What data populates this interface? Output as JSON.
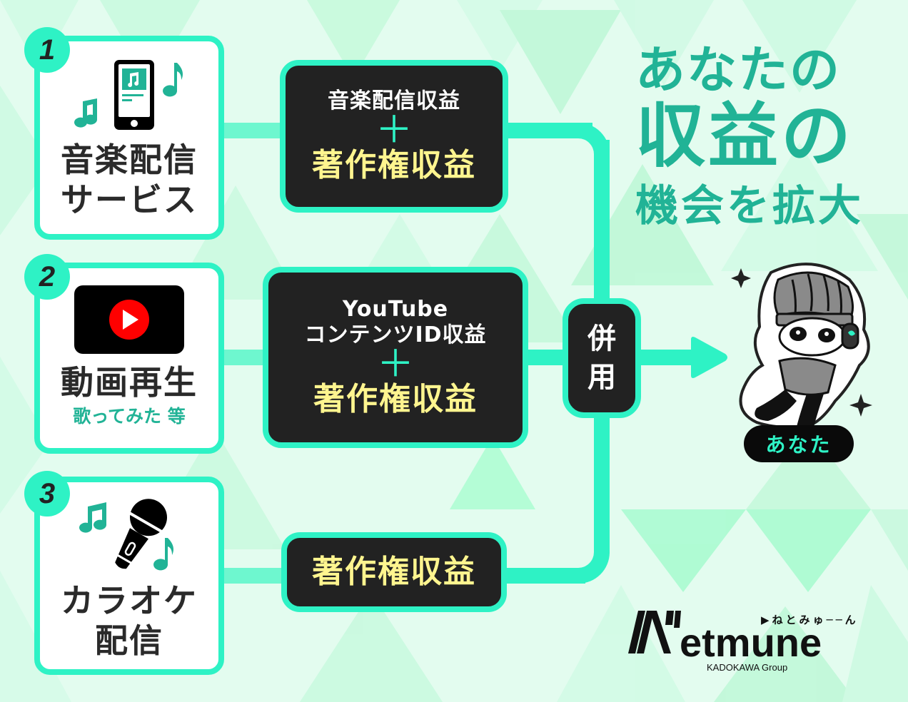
{
  "colors": {
    "accent": "#2ef2c5",
    "teal_text": "#21b396",
    "dark_box": "#222222",
    "yellow_text": "#fff58f",
    "background": "#e3fcef",
    "youtube_red": "#ff0000"
  },
  "sources": [
    {
      "number": "1",
      "icon": "smartphone-music-icon",
      "label_line1": "音楽配信",
      "label_line2": "サービス",
      "sublabel": ""
    },
    {
      "number": "2",
      "icon": "youtube-play-icon",
      "label_line1": "動画再生",
      "label_line2": "",
      "sublabel": "歌ってみた 等"
    },
    {
      "number": "3",
      "icon": "karaoke-microphone-icon",
      "label_line1": "カラオケ",
      "label_line2": "配信",
      "sublabel": ""
    }
  ],
  "revenues": [
    {
      "line1": "音楽配信収益",
      "line2": "",
      "plus": "＋",
      "royalty": "著作権収益"
    },
    {
      "line1": "YouTube",
      "line2": "コンテンツID収益",
      "plus": "＋",
      "royalty": "著作権収益"
    },
    {
      "line1": "",
      "line2": "",
      "plus": "",
      "royalty": "著作権収益"
    }
  ],
  "combine": {
    "char1": "併",
    "char2": "用"
  },
  "headline": {
    "line1": "あなたの",
    "line2": "収益の",
    "line3": "機会を拡大"
  },
  "character": {
    "label": "あなた"
  },
  "logo": {
    "kana": "▶ねとみゅ──ん",
    "wordmark": "etmune",
    "group": "KADOKAWA Group"
  }
}
